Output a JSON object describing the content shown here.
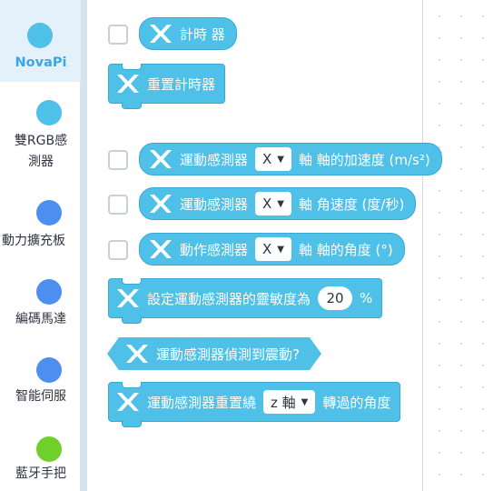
{
  "sidebar": {
    "categories": [
      {
        "label": "NovaPi",
        "color": "#4fc0e8",
        "active": true
      },
      {
        "label": "雙RGB感",
        "label2": "測器",
        "color": "#4fc0e8"
      },
      {
        "label": "動力擴充板",
        "color": "#4c8ff0"
      },
      {
        "label": "編碼馬達",
        "color": "#4c8ff0"
      },
      {
        "label": "智能伺服",
        "color": "#4c8ff0"
      },
      {
        "label": "藍牙手把",
        "color": "#6fd02c"
      }
    ]
  },
  "blocks": {
    "timer": {
      "text": "計時 器"
    },
    "reset_timer": {
      "text": "重置計時器"
    },
    "accel": {
      "prefix": "運動感測器",
      "axis": "X",
      "suffix": "軸 軸的加速度 (m/s²)"
    },
    "gyro": {
      "prefix": "運動感測器",
      "axis": "X",
      "suffix": "軸 角速度 (度/秒)"
    },
    "angle": {
      "prefix": "動作感測器",
      "axis": "X",
      "suffix": "軸 軸的角度 (°)"
    },
    "sensitivity": {
      "prefix": "設定運動感測器的靈敏度為",
      "value": "20",
      "suffix": "%"
    },
    "shake": {
      "text": "運動感測器偵測到震動?"
    },
    "reset_axis": {
      "prefix": "運動感測器重置繞",
      "axis": "z 軸",
      "suffix": "轉過的角度"
    }
  },
  "colors": {
    "block": "#4fc0e8",
    "block_border": "#38a9d4",
    "active_category": "#3aa6e8"
  },
  "icons": {
    "block_logo": "makeblock-logo-icon",
    "dropdown": "triangle-down-icon"
  }
}
